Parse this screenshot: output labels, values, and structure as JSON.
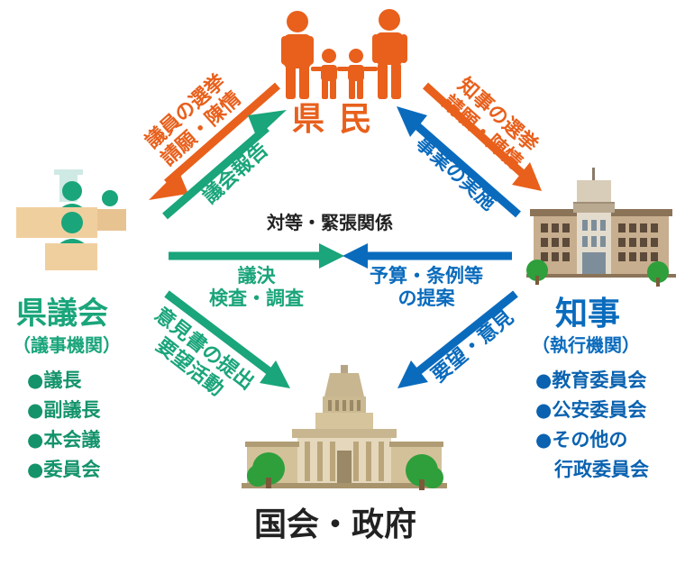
{
  "colors": {
    "orange": "#e8601c",
    "green": "#1aa57a",
    "blue": "#0a6bbd",
    "dark_green": "#14936b",
    "dark_blue": "#0a62b0",
    "black": "#222222",
    "building_beige": "#d9c7a3",
    "tree_green": "#2e9f3b"
  },
  "citizens": {
    "label": "県 民",
    "icon": "family-icon"
  },
  "assembly": {
    "title": "県議会",
    "subtitle": "（議事機関）",
    "items": [
      "●議長",
      "●副議長",
      "●本会議",
      "●委員会"
    ],
    "icon": "assembly-members-icon"
  },
  "governor": {
    "title": "知事",
    "subtitle": "（執行機関）",
    "items": [
      "●教育委員会",
      "●公安委員会",
      "●その他の",
      "　行政委員会"
    ],
    "icon": "prefectural-office-icon"
  },
  "national": {
    "label": "国会・政府",
    "icon": "diet-building-icon"
  },
  "arrows": {
    "citizens_to_assembly": [
      "議員の選挙",
      "請願・陳情"
    ],
    "assembly_to_citizens": "議会報告",
    "citizens_to_governor": [
      "知事の選挙",
      "請願・陳情"
    ],
    "governor_to_citizens": "事業の実施",
    "relationship": "対等・緊張関係",
    "assembly_to_governor": [
      "議決",
      "検査・調査"
    ],
    "governor_to_assembly": [
      "予算・条例等",
      "の提案"
    ],
    "assembly_to_national": [
      "意見書の提出",
      "要望活動"
    ],
    "governor_to_national": "要望・意見"
  }
}
